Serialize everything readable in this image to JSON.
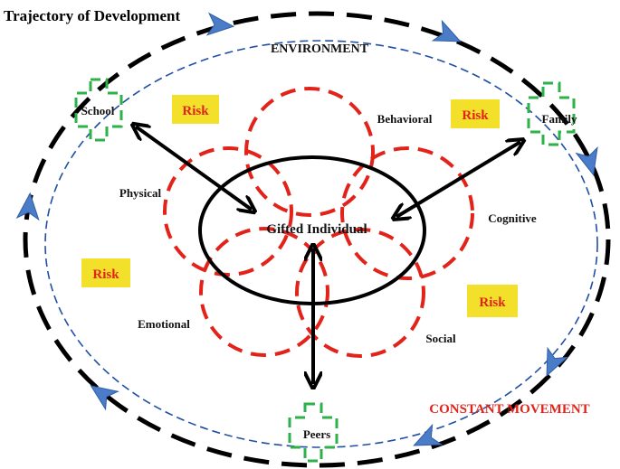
{
  "title": "Trajectory of Development",
  "environment_label": "ENVIRONMENT",
  "center_label": "Gifted Individual",
  "domains": {
    "behavioral": "Behavioral",
    "physical": "Physical",
    "cognitive": "Cognitive",
    "emotional": "Emotional",
    "social": "Social"
  },
  "contexts": {
    "school": "School",
    "family": "Family",
    "peers": "Peers"
  },
  "risk_label": "Risk",
  "movement_label": "CONSTANT MOVEMENT",
  "colors": {
    "domain_circles": "#e2231a",
    "risk_box": "#f2e02a",
    "context_brackets": "#2db24a",
    "movement_arrows": "#4a7cc7",
    "environment_ring": "#1f4fa3"
  }
}
